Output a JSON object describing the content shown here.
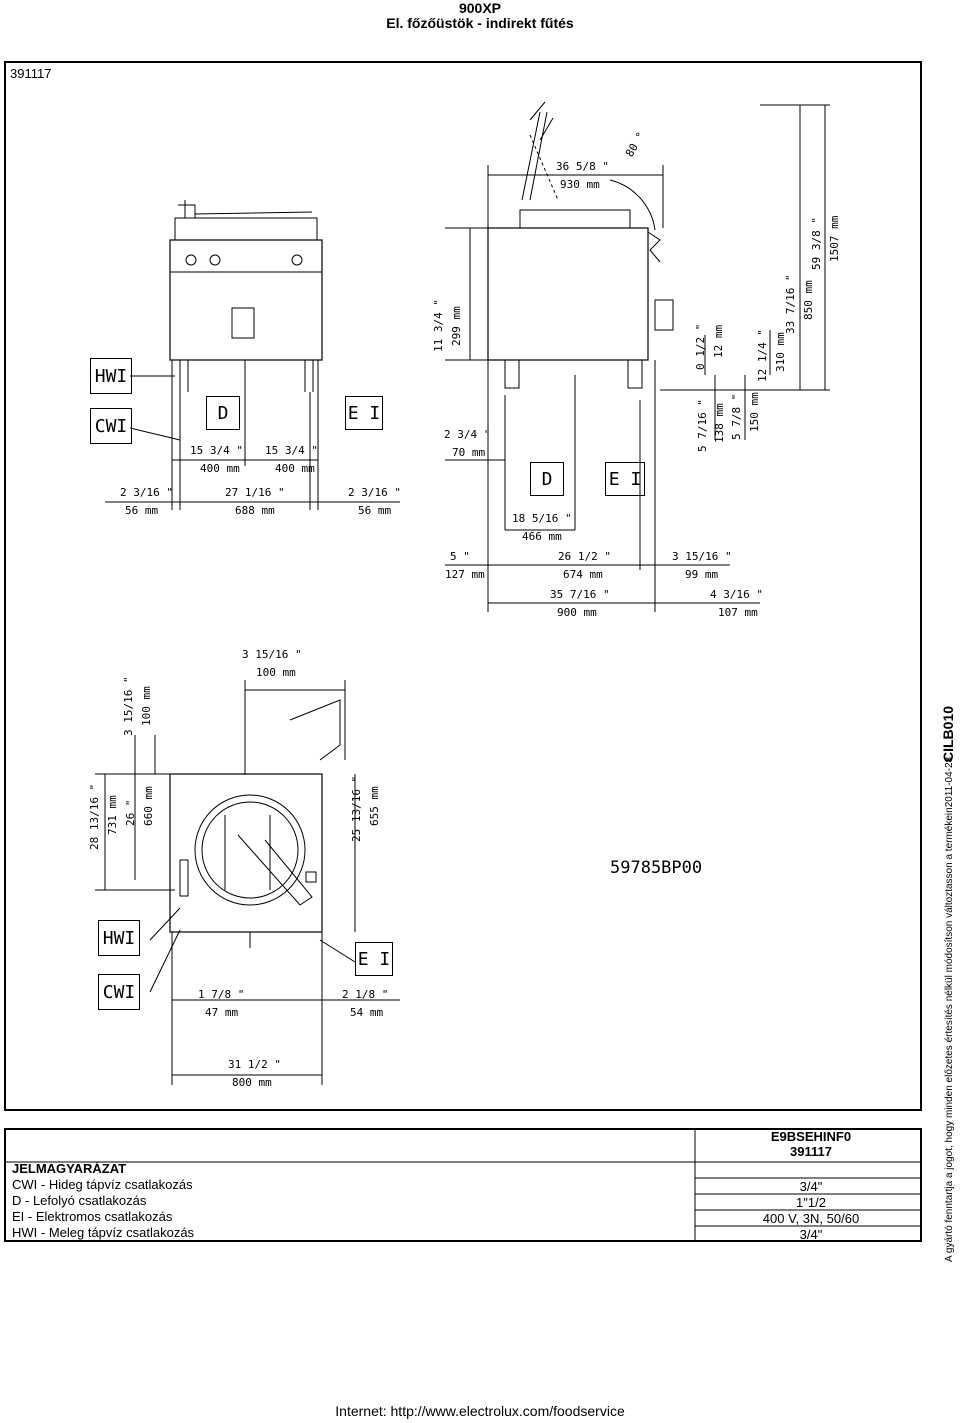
{
  "header": {
    "model": "900XP",
    "title": "El. főzőüstök - indirekt fűtés"
  },
  "frame": {
    "code": "391117"
  },
  "labels": {
    "hwi": "HWI",
    "cwi": "CWI",
    "d": "D",
    "ei": "E I"
  },
  "side_code": "CILB010",
  "drawing_code": "59785BP00",
  "dims_front": {
    "a_in": "15 3/4 \"",
    "a_mm": "400 mm",
    "b_in": "15 3/4 \"",
    "b_mm": "400 mm",
    "c_in": "2 3/16 \"",
    "c_mm": "56 mm",
    "d_in": "27 1/16 \"",
    "d_mm": "688 mm",
    "e_in": "2 3/16 \"",
    "e_mm": "56 mm"
  },
  "dims_side": {
    "top_in": "36 5/8 \"",
    "top_mm": "930 mm",
    "angle": "80 °",
    "h1_in": "11 3/4 \"",
    "h1_mm": "299 mm",
    "l1_in": "2 3/4 \"",
    "l1_mm": "70 mm",
    "l2_in": "18 5/16 \"",
    "l2_mm": "466 mm",
    "l3_in": "5 \"",
    "l3_mm": "127 mm",
    "l4_in": "26 1/2 \"",
    "l4_mm": "674 mm",
    "l5_in": "3 15/16 \"",
    "l5_mm": "99 mm",
    "l6_in": "35 7/16 \"",
    "l6_mm": "900 mm",
    "l7_in": "4 3/16 \"",
    "l7_mm": "107 mm",
    "v1_in": "0 1/2 \"",
    "v1_mm": "12 mm",
    "v2_in": "5 7/16 \"",
    "v2_mm": "138 mm",
    "v3_in": "5 7/8 \"",
    "v3_mm": "150 mm",
    "v4_in": "12 1/4 \"",
    "v4_mm": "310 mm",
    "v5_in": "33 7/16 \"",
    "v5_mm": "850 mm",
    "v6_in": "59 3/8 \"",
    "v6_mm": "1507 mm"
  },
  "dims_top": {
    "t1_in": "3 15/16 \"",
    "t1_mm": "100 mm",
    "s1_in": "3 15/16 \"",
    "s1_mm": "100 mm",
    "s2_in": "28 13/16 \"",
    "s2_mm": "731 mm",
    "s3_in": "26 \"",
    "s3_mm": "660 mm",
    "s4_in": "25 13/16 \"",
    "s4_mm": "655 mm",
    "b1_in": "1 7/8 \"",
    "b1_mm": "47 mm",
    "b2_in": "2 1/8 \"",
    "b2_mm": "54 mm",
    "b3_in": "31 1/2 \"",
    "b3_mm": "800 mm"
  },
  "legend": {
    "heading": "JELMAGYARÁZAT",
    "model_code": "E9BSEHINF0",
    "model_num": "391117",
    "rows": [
      {
        "label": "CWI - Hideg tápvíz csatlakozás",
        "value": "3/4\""
      },
      {
        "label": "D - Lefolyó csatlakozás",
        "value": "1\"1/2"
      },
      {
        "label": "EI - Elektromos csatlakozás",
        "value": "400 V, 3N, 50/60"
      },
      {
        "label": "HWI - Meleg tápvíz csatlakozás",
        "value": "3/4\""
      }
    ]
  },
  "side_note": "A gyártó fenntartja a jogot, hogy minden előzetes értesítés nélkül módosítson változtasson a termékein2011-04-28",
  "footer": "Internet: http://www.electrolux.com/foodservice"
}
